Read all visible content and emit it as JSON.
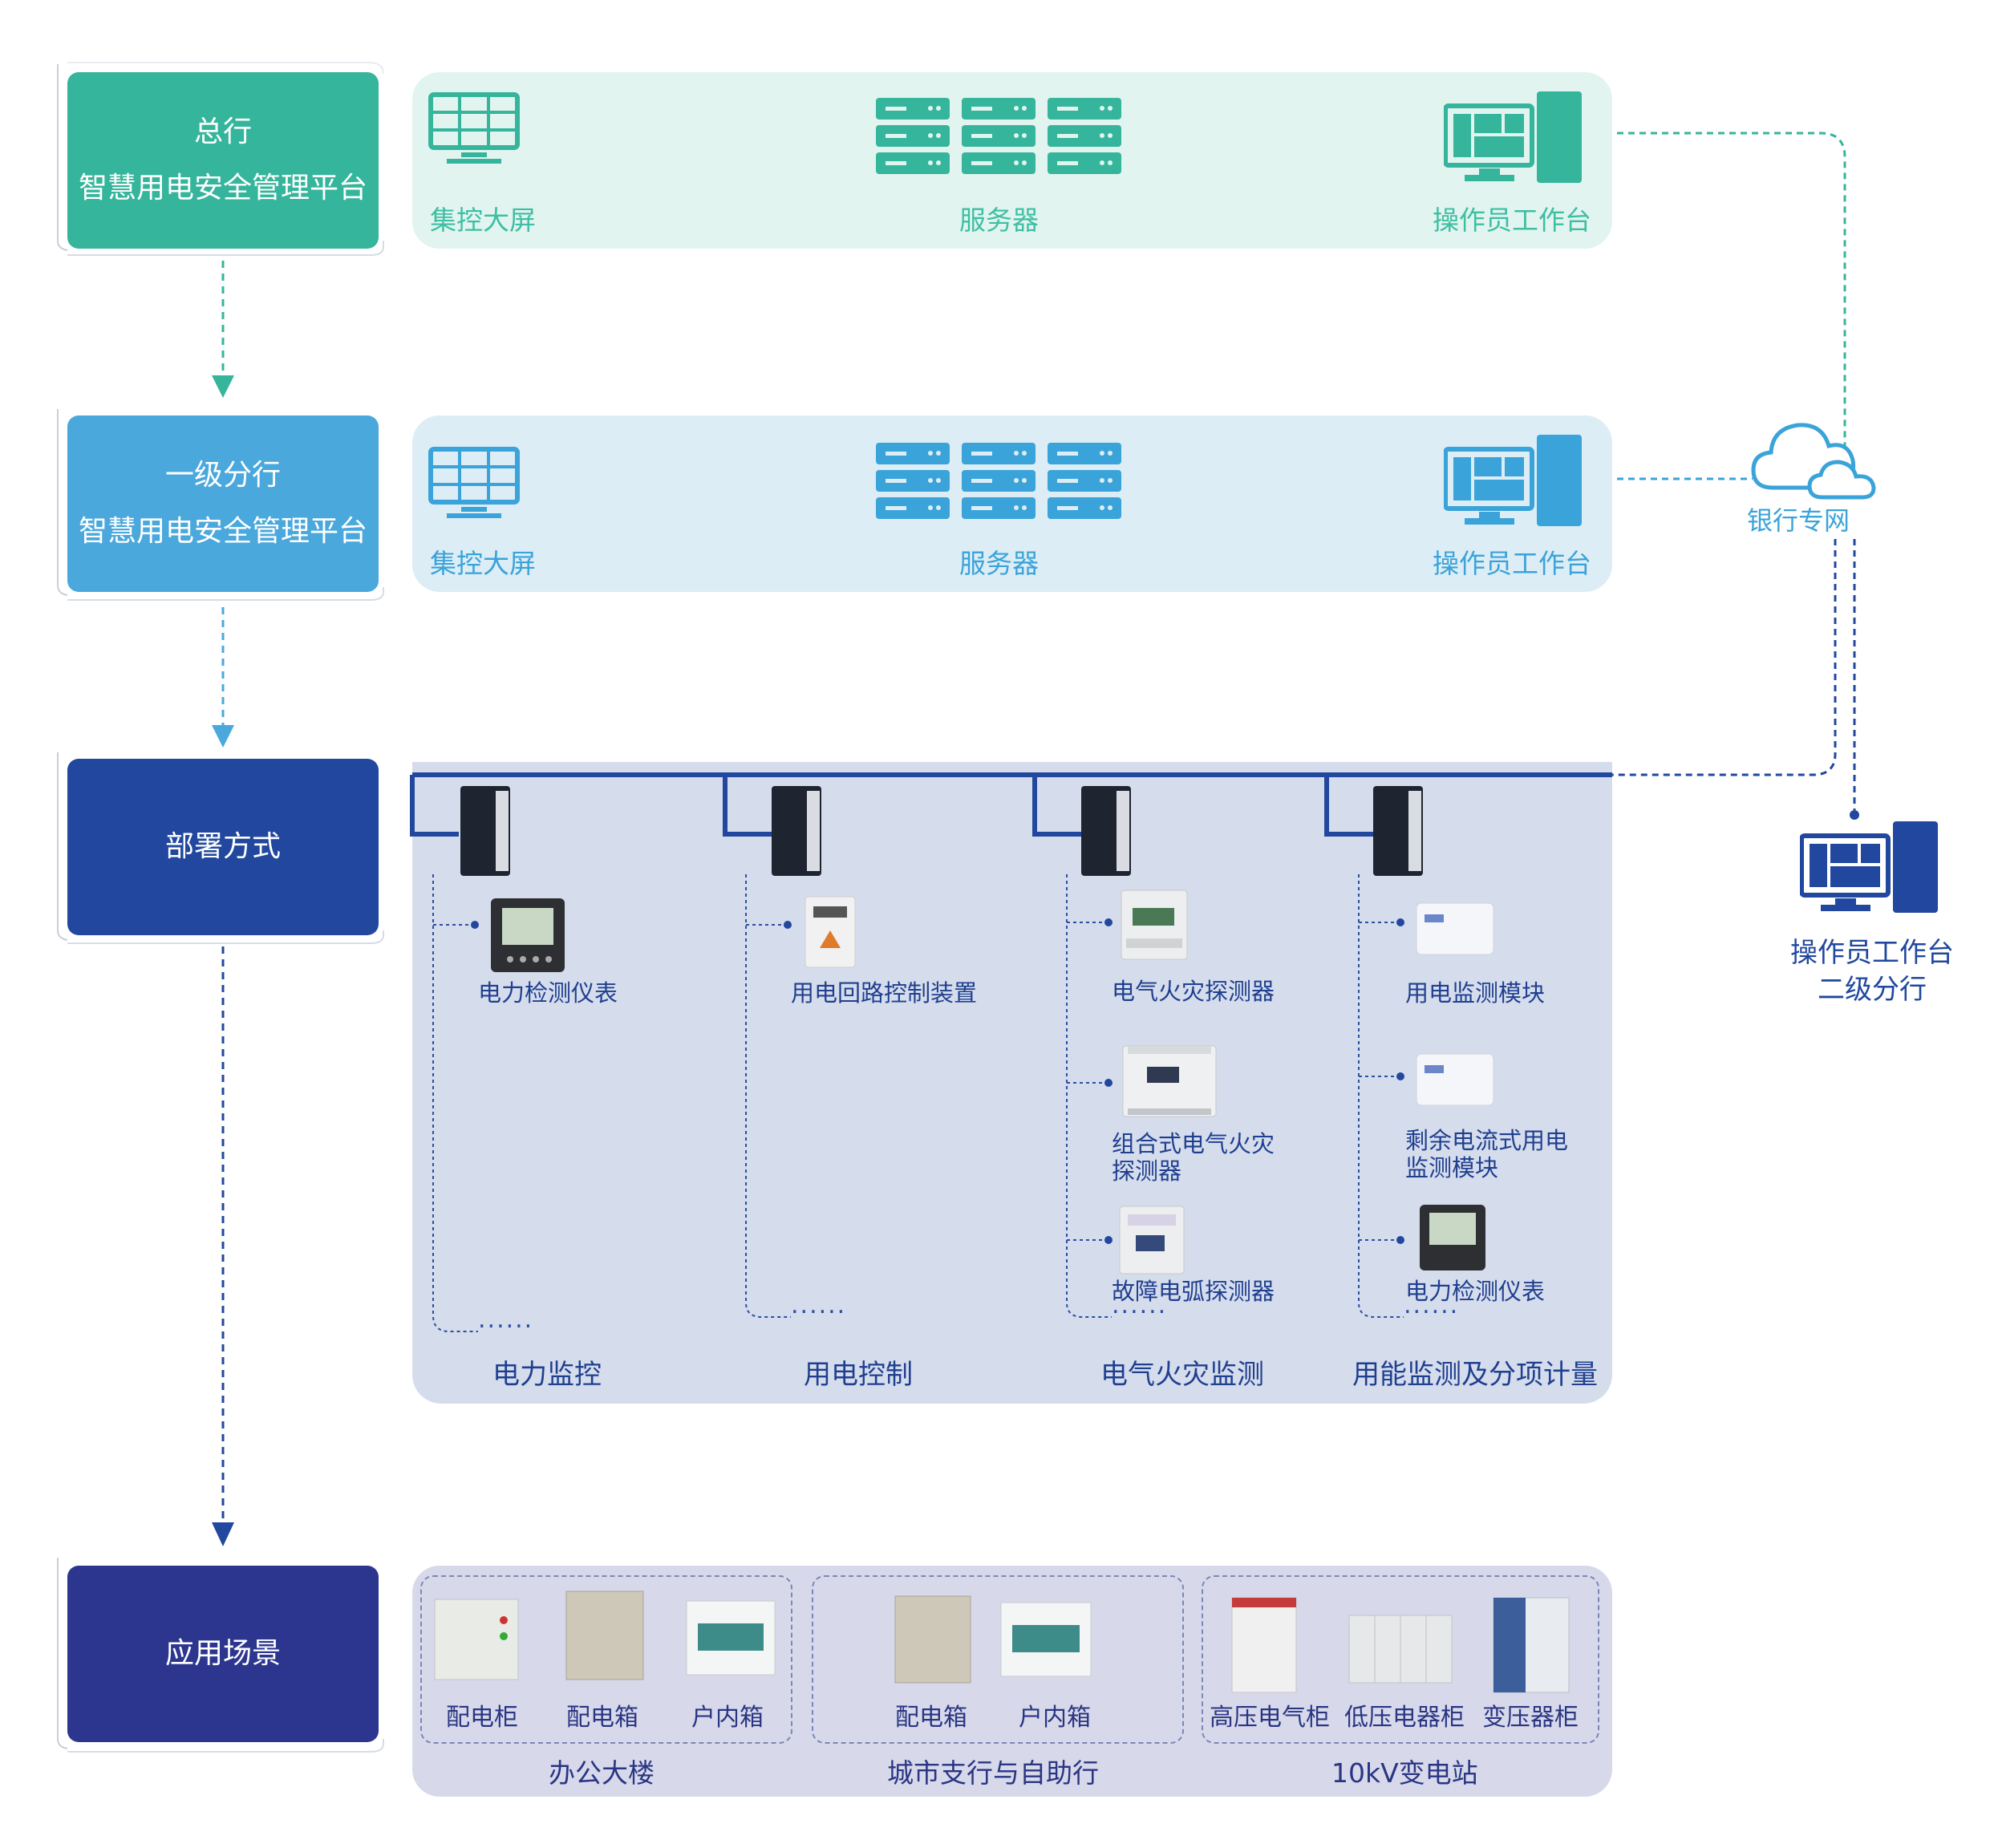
{
  "levels": {
    "headquarters": {
      "line1": "总行",
      "line2": "智慧用电安全管理平台",
      "color": "#35b59b"
    },
    "branch_level1": {
      "line1": "一级分行",
      "line2": "智慧用电安全管理平台",
      "color": "#4aa8dc"
    },
    "deployment": {
      "label": "部署方式",
      "color": "#21489e"
    },
    "application": {
      "label": "应用场景",
      "color": "#2d368e"
    }
  },
  "platform_row": {
    "screen_label": "集控大屏",
    "server_label": "服务器",
    "workstation_label": "操作员工作台"
  },
  "network": {
    "cloud_label": "银行专网",
    "cloud_icon": "cloud-icon"
  },
  "level2_branch": {
    "line1": "操作员工作台",
    "line2": "二级分行"
  },
  "deployment_groups": [
    {
      "category": "电力监控",
      "devices": [
        "电力检测仪表"
      ],
      "more": "......"
    },
    {
      "category": "用电控制",
      "devices": [
        "用电回路控制装置"
      ],
      "more": "......"
    },
    {
      "category": "电气火灾监测",
      "devices": [
        "电气火灾探测器",
        "组合式电气火灾",
        "探测器",
        "故障电弧探测器"
      ],
      "more": "......"
    },
    {
      "category": "用能监测及分项计量",
      "devices": [
        "用电监测模块",
        "剩余电流式用电",
        "监测模块",
        "电力检测仪表"
      ],
      "more": "......"
    }
  ],
  "scenarios": [
    {
      "group": "办公大楼",
      "items": [
        "配电柜",
        "配电箱",
        "户内箱"
      ]
    },
    {
      "group": "城市支行与自助行",
      "items": [
        "配电箱",
        "户内箱"
      ]
    },
    {
      "group": "10kV变电站",
      "items": [
        "高压电气柜",
        "低压电器柜",
        "变压器柜"
      ]
    }
  ],
  "colors": {
    "teal": "#35b59b",
    "teal_panel": "#e2f4ef",
    "blue": "#4aa8dc",
    "blue_panel": "#dcedf6",
    "navy": "#21489e",
    "deploy_panel": "#d5dcec",
    "scene_panel": "#d7d9ea"
  }
}
